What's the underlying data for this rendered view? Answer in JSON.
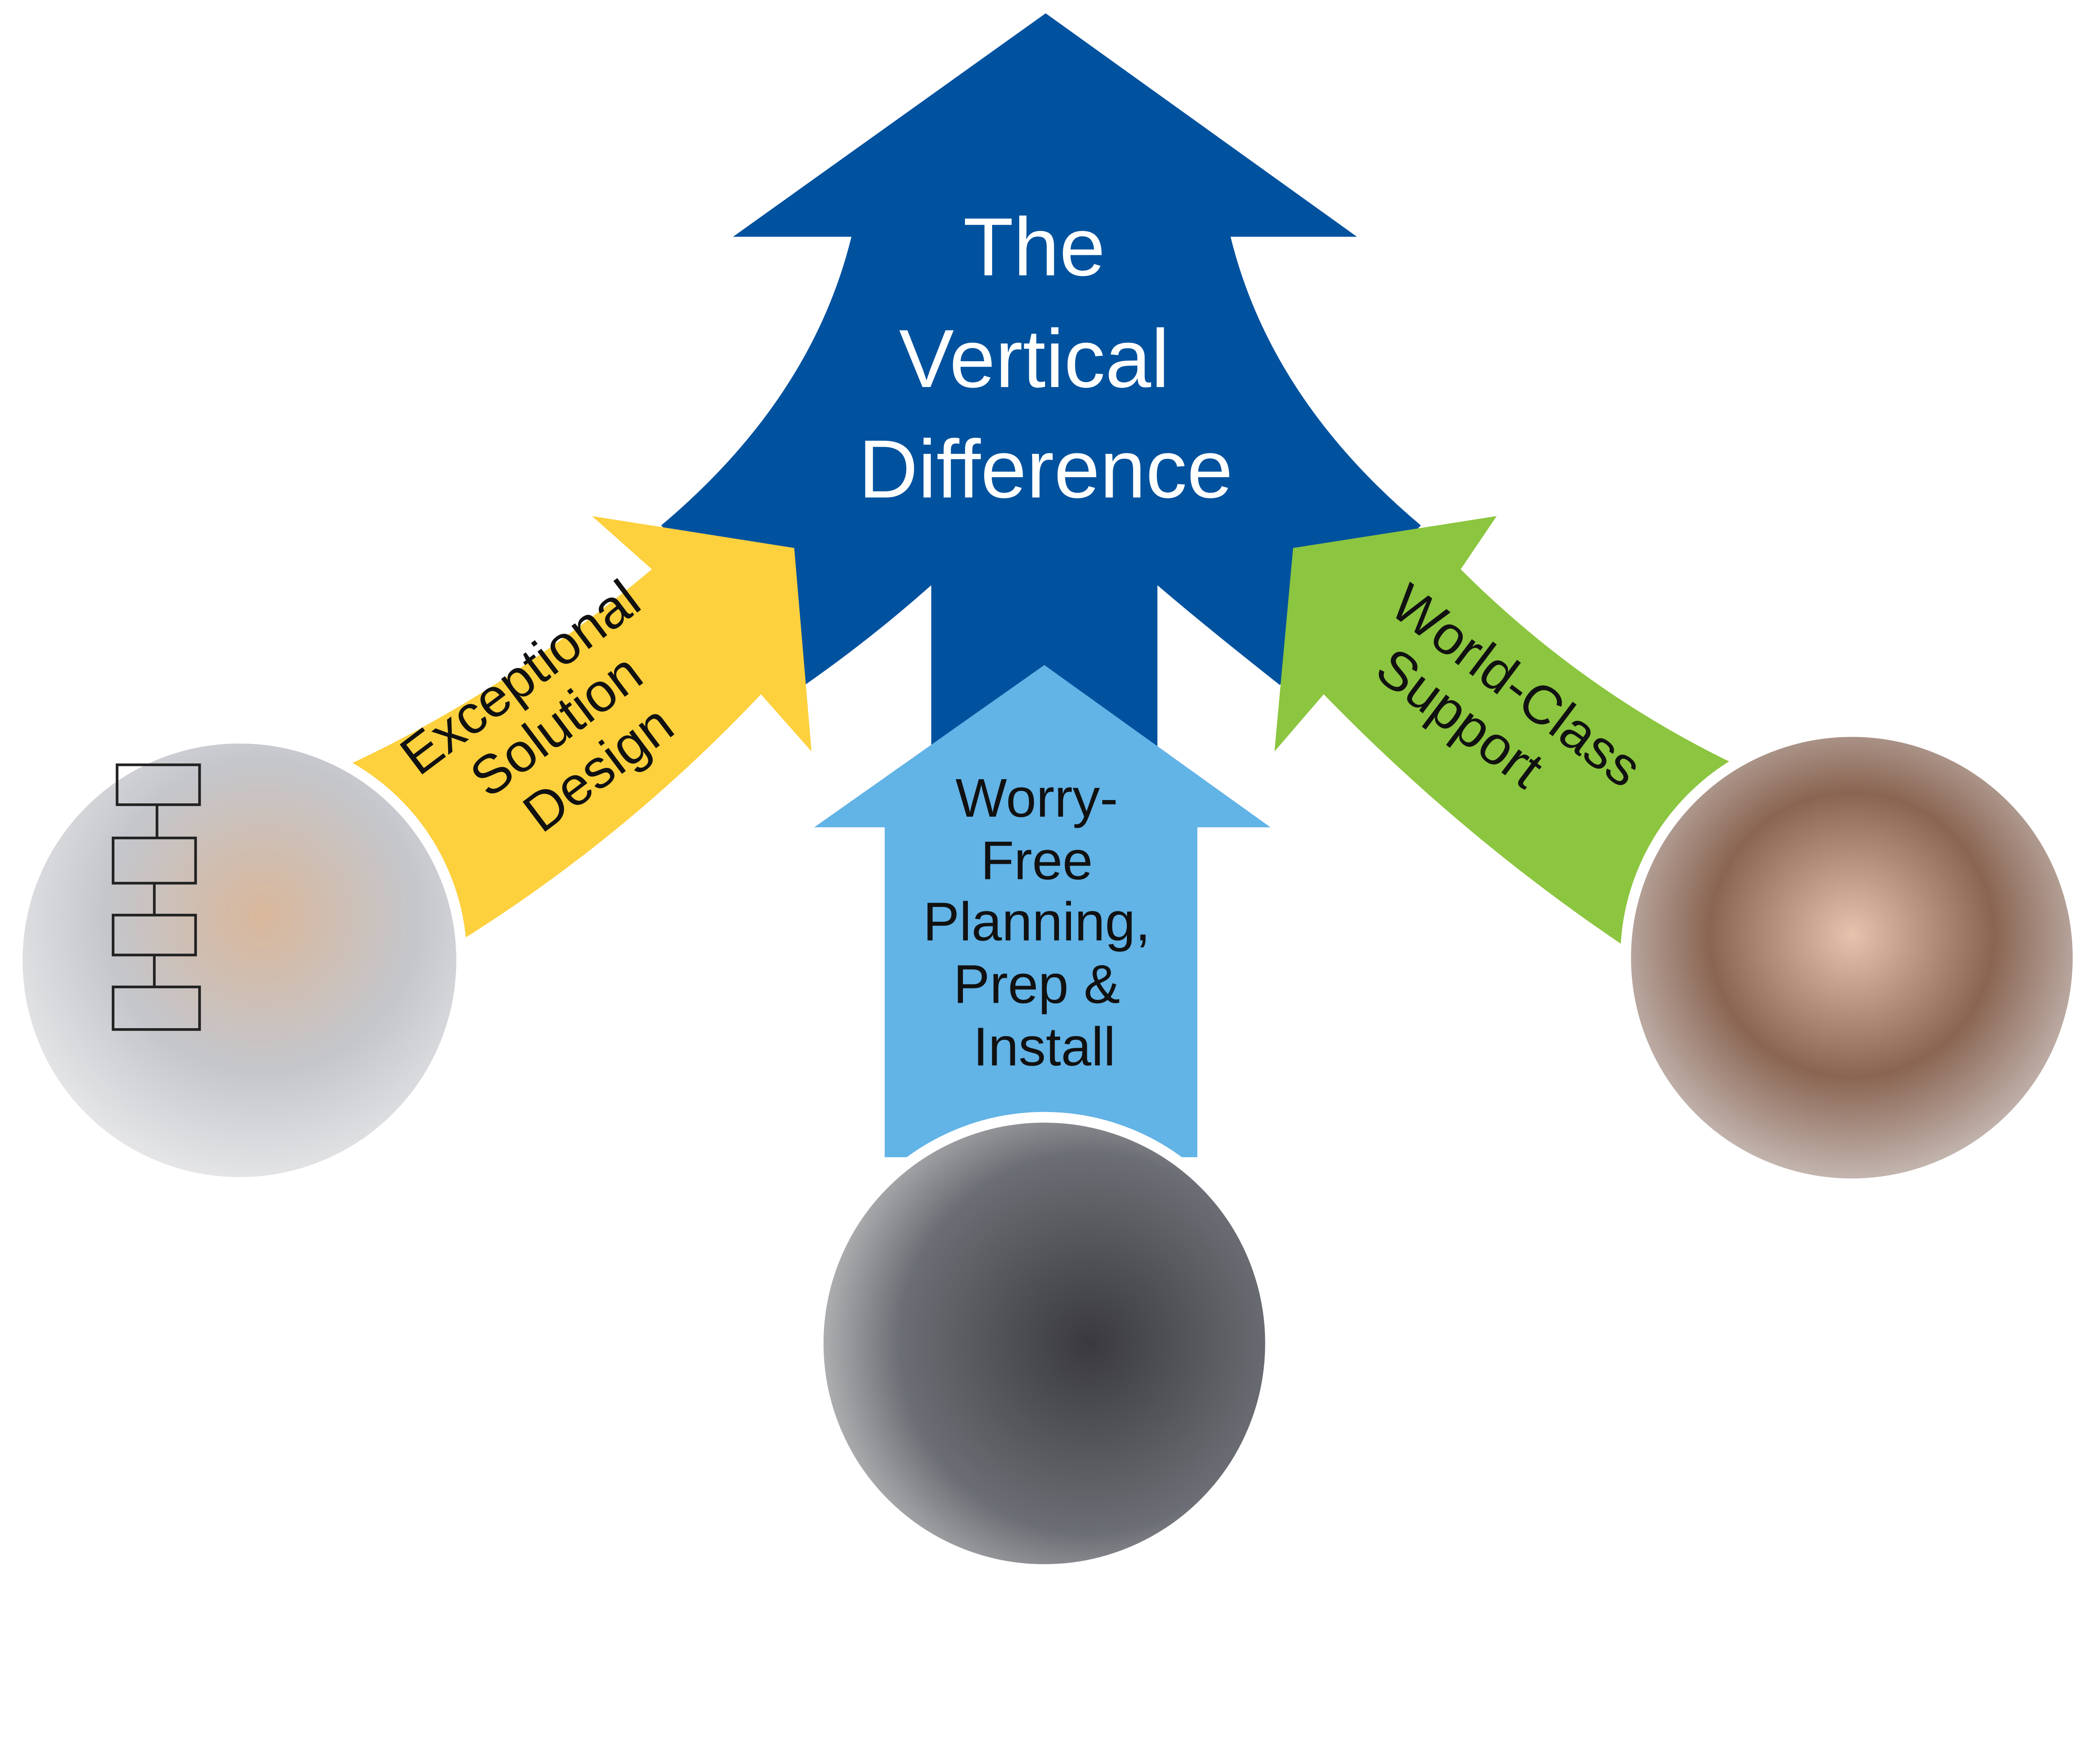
{
  "title": {
    "lines": [
      "The",
      "Vertical",
      "Difference"
    ]
  },
  "pillars": [
    {
      "id": "design",
      "lines": [
        "Exceptional",
        "Solution",
        "Design"
      ],
      "color": "#fdd03e",
      "photo": "man-drawing-flowchart"
    },
    {
      "id": "planning",
      "lines": [
        "Worry-",
        "Free",
        "Planning,",
        "Prep &",
        "Install"
      ],
      "color": "#62b3e6",
      "photo": "technician-at-server-rack"
    },
    {
      "id": "support",
      "lines": [
        "World-Class",
        "Support"
      ],
      "color": "#8cc53f",
      "photo": "support-agent-with-headset"
    }
  ],
  "colors": {
    "main_arrow": "#00529f",
    "border": "#ffffff"
  }
}
